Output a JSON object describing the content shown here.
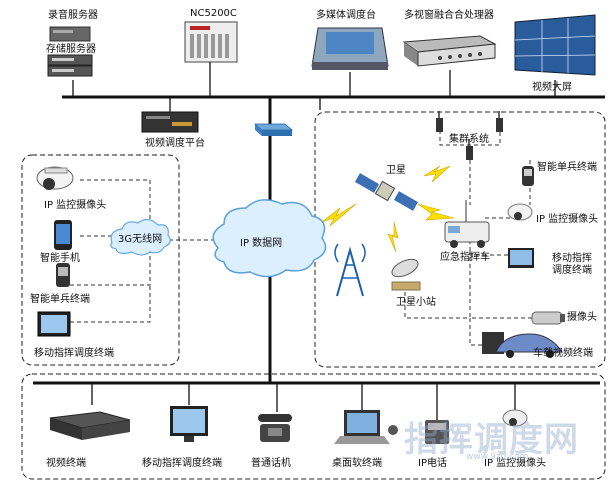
{
  "labels": {
    "recording_server": "录音服务器",
    "storage_server": "存储服务器",
    "nc5200c": "NC5200C",
    "multimedia_console": "多媒体调度台",
    "video_processor": "多视窗融合合处理器",
    "video_wall": "视频大屏",
    "video_dispatch_platform": "视频调度平台",
    "trunking_system": "集群系统",
    "satellite": "卫星",
    "smart_soldier_terminal_right": "智能单兵终端",
    "ip_camera_right": "IP 监控摄像头",
    "emergency_vehicle": "应急指挥车",
    "mobile_command_terminal_right": "移动指挥\n调度终端",
    "satellite_station": "卫星小站",
    "camera": "摄像头",
    "vehicle_video_terminal": "车载视频终端",
    "ip_camera_left": "IP 监控摄像头",
    "smartphone": "智能手机",
    "wireless_3g": "3G无线网",
    "smart_soldier_terminal_left": "智能单兵终端",
    "mobile_command_terminal_left": "移动指挥调度终端",
    "ip_network": "IP 数据网",
    "video_terminal": "视频终端",
    "mobile_command_terminal_bottom": "移动指挥调度终端",
    "ordinary_phone": "普通话机",
    "desktop_softphone": "桌面软终端",
    "ip_phone": "IP电话",
    "ip_camera_bottom": "IP 监控摄像头"
  },
  "watermark": "指挥调度网",
  "watermark_url": "www.9zd.com"
}
